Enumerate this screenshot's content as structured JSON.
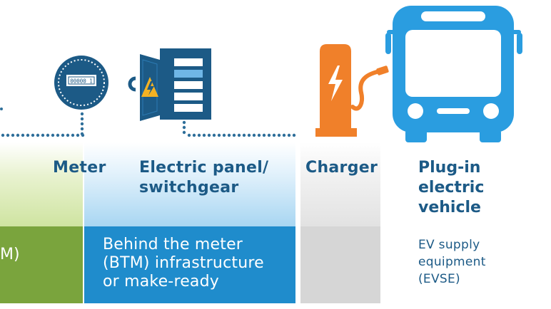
{
  "labels": {
    "meter": "Meter",
    "panel_line1": "Electric panel/",
    "panel_line2": "switchgear",
    "charger": "Charger",
    "ev_line1": "Plug-in",
    "ev_line2": "electric",
    "ev_line3": "vehicle"
  },
  "bands": {
    "green_fragment": "M)",
    "btm_line1": "Behind the meter",
    "btm_line2": "(BTM) infrastructure",
    "btm_line3": "or make-ready",
    "evse_line1": "EV supply",
    "evse_line2": "equipment",
    "evse_line3": "(EVSE)"
  },
  "meter_display": "00000 1",
  "colors": {
    "navy": "#1c5a86",
    "blue": "#1f8ccc",
    "bus_blue": "#2a9de0",
    "green": "#7aa43d",
    "orange": "#f0802a",
    "gray": "#d6d6d6",
    "dots": "#2f6f9a"
  },
  "icons": [
    "meter-icon",
    "electric-panel-icon",
    "charger-icon",
    "bus-icon"
  ]
}
